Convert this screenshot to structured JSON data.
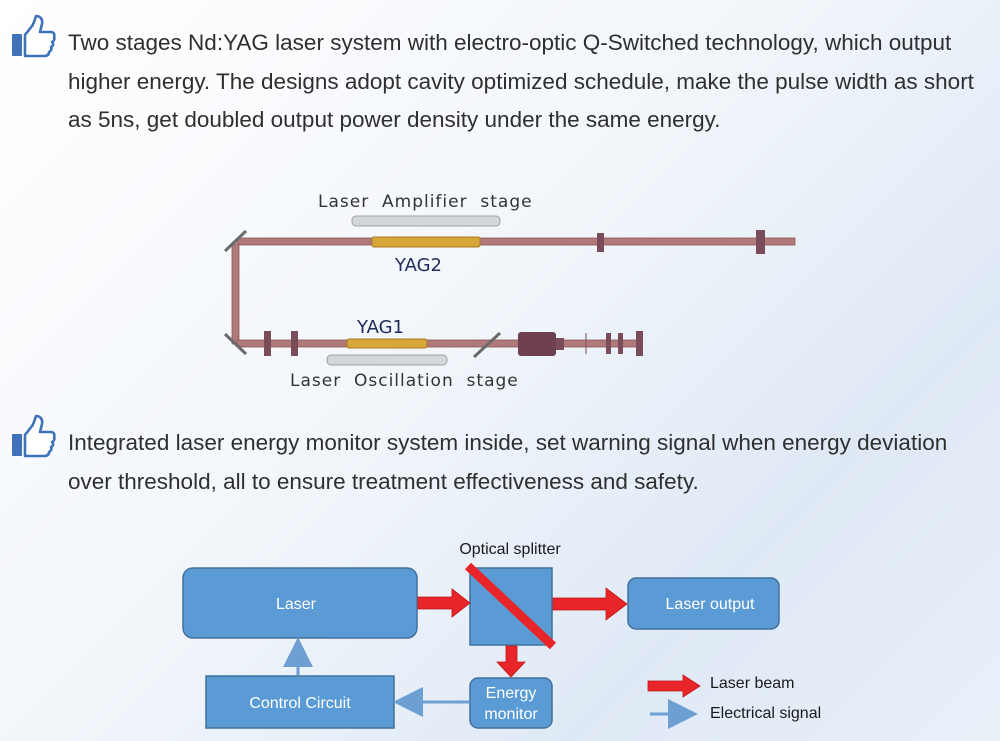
{
  "bullets": [
    {
      "icon": "thumbs-up-icon",
      "text": "Two stages Nd:YAG laser system with electro-optic Q-Switched technology, which output higher energy. The designs adopt cavity optimized schedule, make the pulse width as short as 5ns, get doubled output power density under the same energy."
    },
    {
      "icon": "thumbs-up-icon",
      "text": "Integrated laser energy monitor system inside, set warning signal when energy deviation over threshold, all to ensure treatment effectiveness and safety."
    }
  ],
  "optics_diagram": {
    "amplifier_label": "Laser  Amplifier  stage",
    "yag2_label": "YAG2",
    "yag1_label": "YAG1",
    "oscillation_label": "Laser  Oscillation  stage"
  },
  "block_diagram": {
    "laser": "Laser",
    "splitter": "Optical splitter",
    "output": "Laser output",
    "control": "Control Circuit",
    "monitor_line1": "Energy",
    "monitor_line2": "monitor",
    "legend_beam": "Laser beam",
    "legend_signal": "Electrical signal"
  },
  "colors": {
    "icon_blue": "#3f72b8",
    "box_blue": "#5b9bd5",
    "beam_red": "#e8262a",
    "rod_gold": "#d8a73a",
    "beam_path": "#b07a7a"
  }
}
